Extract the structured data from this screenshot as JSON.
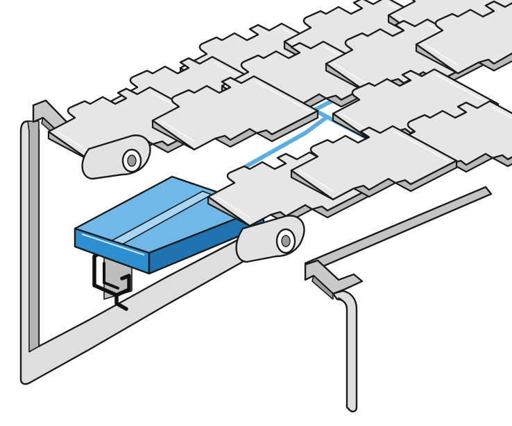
{
  "colors": {
    "background": "#ffffff",
    "plate_top": "#e6e6e6",
    "plate_side": "#b9b9b9",
    "plate_shadow": "#9d9d9d",
    "frame_face": "#dcdcdc",
    "frame_side": "#a8a8a8",
    "wear_strip_top": "#6fb8e8",
    "wear_strip_front": "#2e8fd0",
    "wear_strip_side": "#1f73b0",
    "wear_strip_glow": "#a8d6f4",
    "gap_blue": "#5aaee4",
    "outline": "#1a1a1a"
  },
  "components": {
    "conveyor_chain": "slat-top-chain-plate",
    "wear_strip": "blue-wear-strip",
    "support_profile": "c-channel-profile",
    "side_frame_left": "side-frame-left",
    "side_frame_right": "side-frame-right"
  }
}
